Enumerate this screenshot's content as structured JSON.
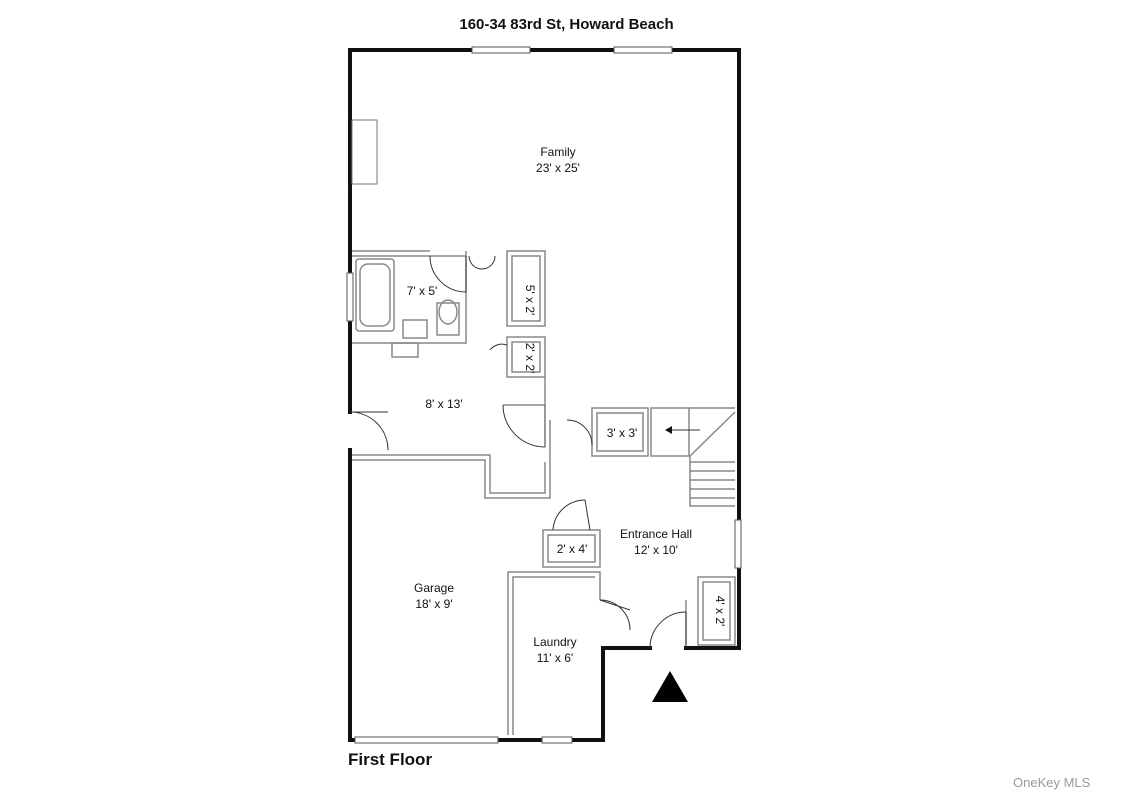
{
  "title": "160-34 83rd St, Howard Beach",
  "floor_label": "First Floor",
  "watermark": "OneKey MLS",
  "rooms": {
    "family": {
      "name": "Family",
      "dims": "23' x 25'"
    },
    "bath": {
      "dims": "7' x 5'"
    },
    "closet_a": {
      "dims": "5' x 2'"
    },
    "closet_b": {
      "dims": "2' x 2'"
    },
    "hall": {
      "dims": "8' x 13'"
    },
    "closet_c": {
      "dims": "3' x 3'"
    },
    "entrance": {
      "name": "Entrance Hall",
      "dims": "12' x 10'"
    },
    "closet_d": {
      "dims": "2' x 4'"
    },
    "closet_e": {
      "dims": "4' x 2'"
    },
    "garage": {
      "name": "Garage",
      "dims": "18' x 9'"
    },
    "laundry": {
      "name": "Laundry",
      "dims": "11' x 6'"
    }
  }
}
